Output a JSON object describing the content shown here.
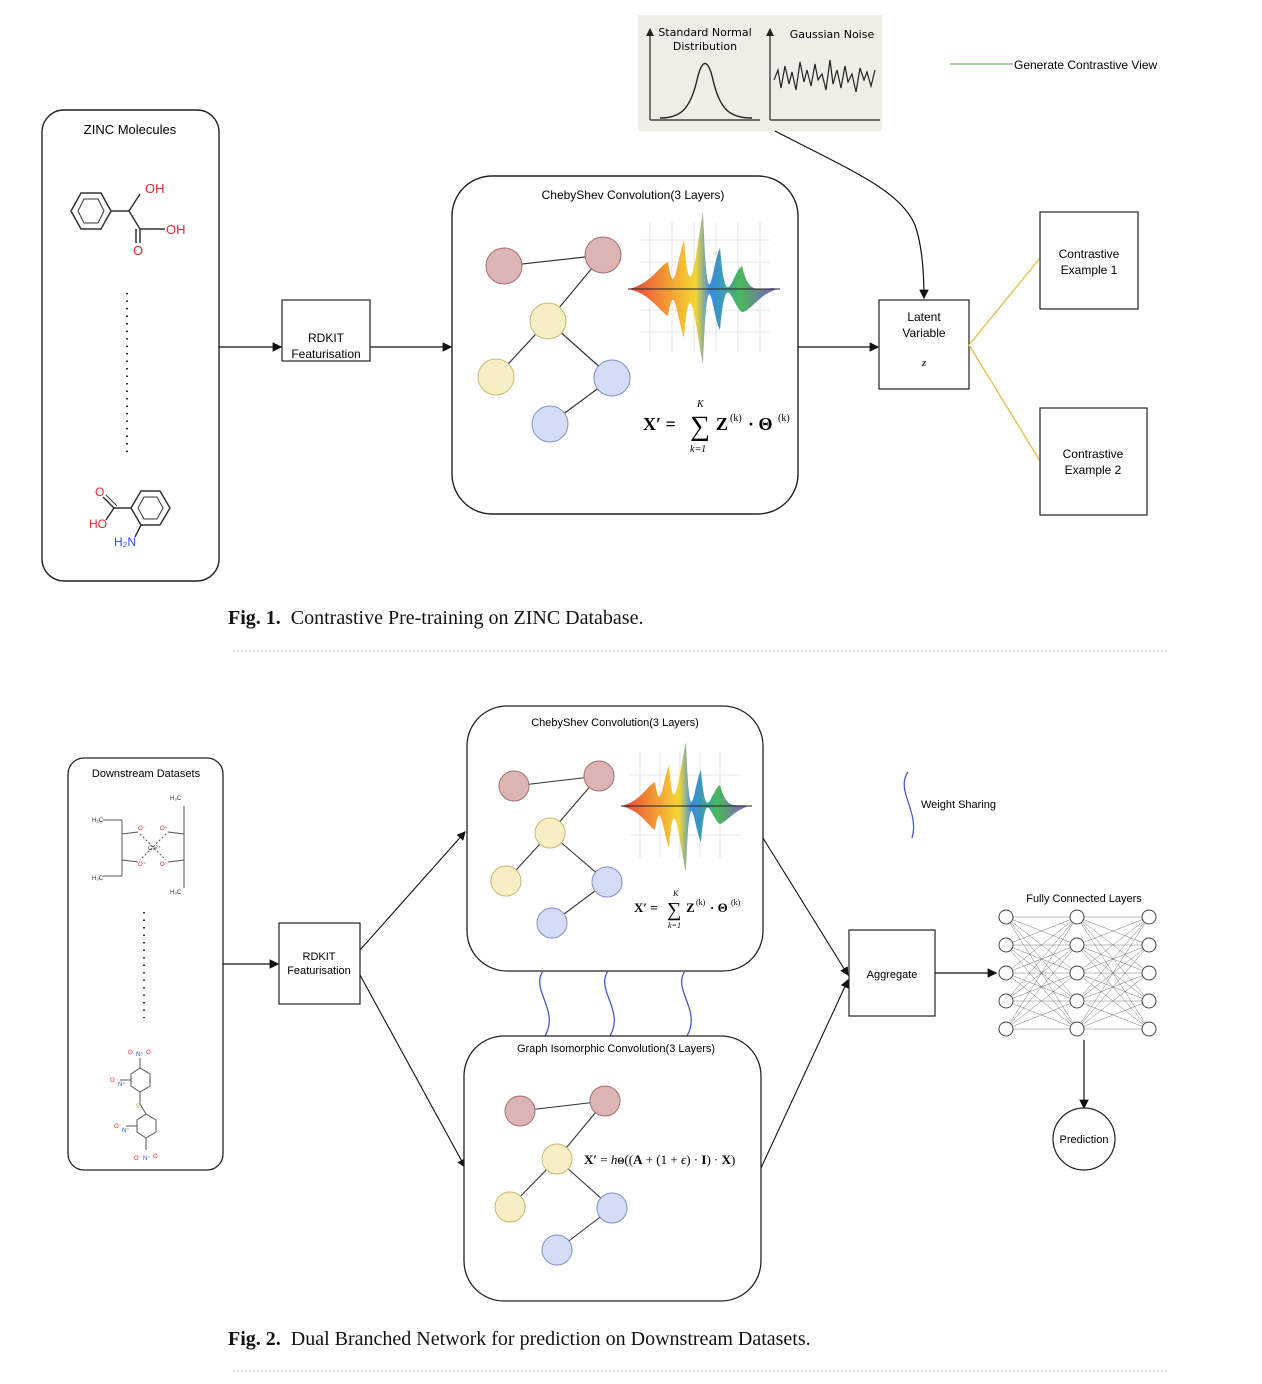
{
  "figure1": {
    "caption_num": "Fig. 1",
    "caption_text": "Contrastive Pre-training on ZINC Database.",
    "zinc_title": "ZINC Molecules",
    "mol1_oh_top": "OH",
    "mol1_oh_right": "OH",
    "mol1_o": "O",
    "mol2_o": "O",
    "mol2_ho": "HO",
    "mol2_h2n": "H₂N",
    "rdkit_line1": "RDKIT",
    "rdkit_line2": "Featurisation",
    "cheb_title": "ChebyShev Convolution(3 Layers)",
    "noise_std_line1": "Standard Normal",
    "noise_std_line2": "Distribution",
    "noise_gauss": "Gaussian Noise",
    "legend_label": "Generate Contrastive View",
    "latent_line1": "Latent",
    "latent_line2": "Variable",
    "latent_z": "z",
    "ce1_line1": "Contrastive",
    "ce1_line2": "Example 1",
    "ce2_line1": "Contrastive",
    "ce2_line2": "Example 2"
  },
  "figure2": {
    "caption_num": "Fig. 2",
    "caption_text": "Dual Branched Network for prediction on Downstream Datasets.",
    "ds_title": "Downstream Datasets",
    "rdkit_line1": "RDKIT",
    "rdkit_line2": "Featurisation",
    "cheb_title": "ChebyShev Convolution(3 Layers)",
    "gin_title": "Graph Isomorphic Convolution(3 Layers)",
    "weight_sharing": "Weight Sharing",
    "aggregate": "Aggregate",
    "fc_title": "Fully Connected Layers",
    "prediction": "Prediction"
  },
  "colors": {
    "node_red": "#dcb4b4",
    "node_yellow": "#f6efc6",
    "node_blue": "#d4dcf6",
    "legend_green": "#8cc184",
    "orange_line": "#e7bb49",
    "wave_blue": "#4b57c9",
    "noise_panel": "#eeeee6",
    "atom_red": "#e0282a",
    "atom_blue": "#3050e0"
  },
  "icons": {
    "spectrum": "chebyshev-spectrum-icon",
    "weight_sharing": "wavy-line-icon"
  }
}
